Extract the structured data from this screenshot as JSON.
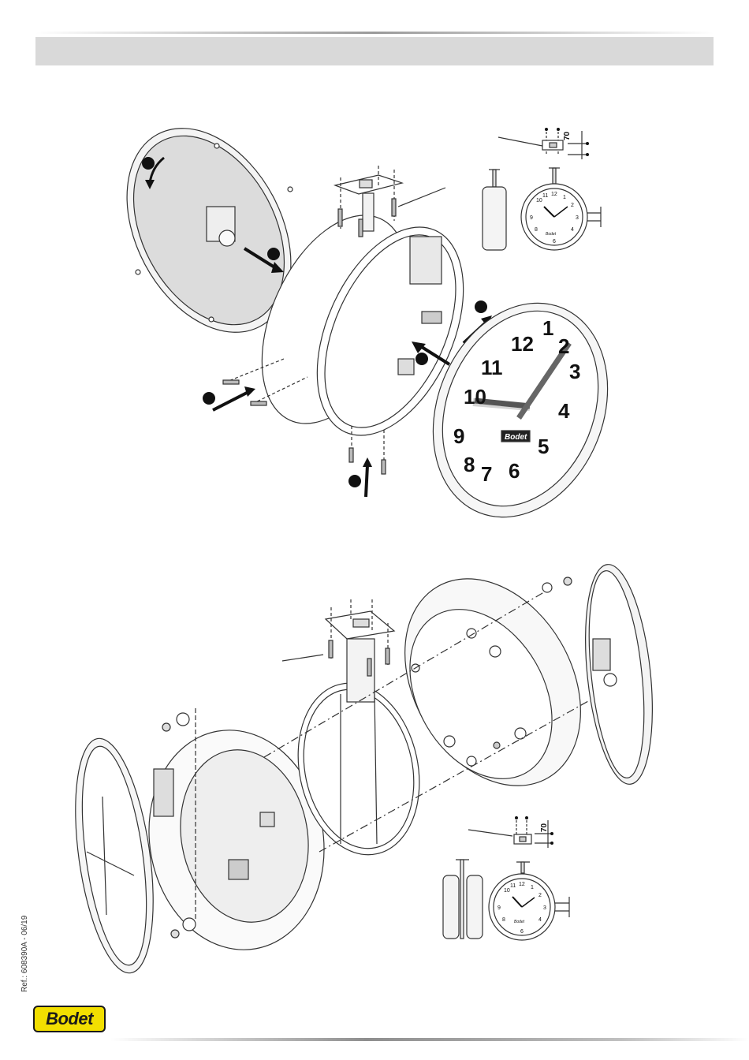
{
  "page": {
    "reference": "Ref.: 608390A - 06/19"
  },
  "brand": {
    "logo_text": "Bodet",
    "logo_color": "#f2df00"
  },
  "figure_top": {
    "dimension_label": "70",
    "dial_numbers": [
      "12",
      "1",
      "2",
      "3",
      "4",
      "5",
      "6",
      "7",
      "8",
      "9",
      "10",
      "11"
    ],
    "dial_brand": "Bodet",
    "mini_dial_numbers": [
      "12",
      "3",
      "6",
      "9",
      "10",
      "2",
      "4",
      "8",
      "1",
      "11"
    ],
    "mini_dial_brand": "Bodet"
  },
  "figure_bottom": {
    "dimension_label": "70",
    "mini_dial_numbers": [
      "12",
      "3",
      "6",
      "9",
      "10",
      "2",
      "4",
      "8",
      "1",
      "11"
    ],
    "mini_dial_brand": "Bodet"
  }
}
